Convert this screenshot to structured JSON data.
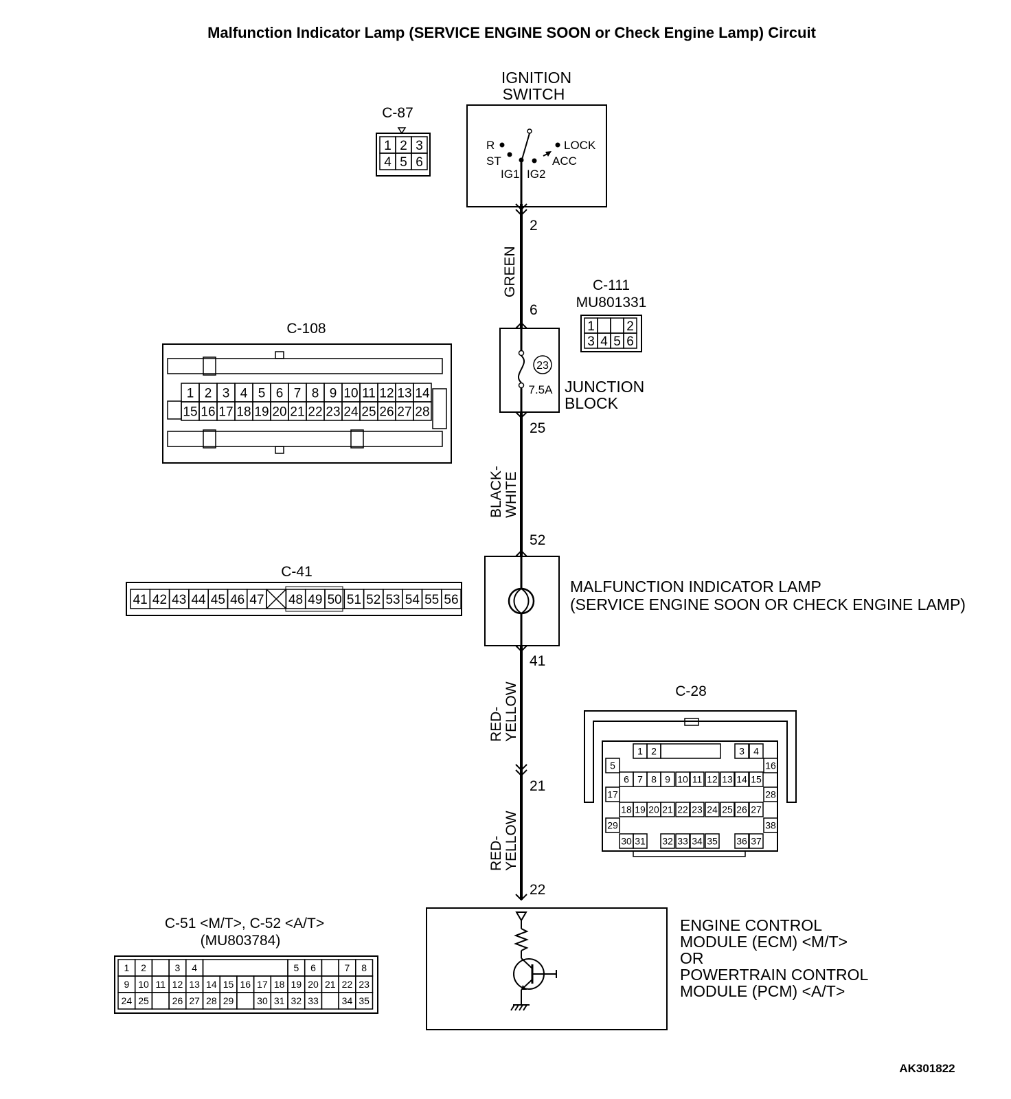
{
  "title": "Malfunction Indicator Lamp (SERVICE ENGINE SOON or Check Engine Lamp) Circuit",
  "figure_code": "AK301822",
  "ignition_switch": {
    "label_line1": "IGNITION",
    "label_line2": "SWITCH",
    "positions": {
      "r": "R",
      "st": "ST",
      "ig1": "IG1",
      "ig2": "IG2",
      "lock": "LOCK",
      "acc": "ACC"
    },
    "terminal": "2"
  },
  "wires": [
    {
      "color_line1": "GREEN",
      "color_line2": ""
    },
    {
      "color_line1": "BLACK-",
      "color_line2": "WHITE"
    },
    {
      "color_line1": "RED-",
      "color_line2": "YELLOW"
    },
    {
      "color_line1": "RED-",
      "color_line2": "YELLOW"
    }
  ],
  "junction_block": {
    "label_line1": "JUNCTION",
    "label_line2": "BLOCK",
    "fuse_number": "23",
    "fuse_rating": "7.5A",
    "terminal_in": "6",
    "terminal_out": "25"
  },
  "mil": {
    "label_line1": "MALFUNCTION INDICATOR LAMP",
    "label_line2": "(SERVICE ENGINE SOON OR CHECK ENGINE LAMP)",
    "terminal_in": "52",
    "terminal_out": "41"
  },
  "intermediate_terminal": "21",
  "ecm": {
    "label_line1": "ENGINE CONTROL",
    "label_line2": "MODULE (ECM) <M/T>",
    "label_line3": "OR",
    "label_line4": "POWERTRAIN CONTROL",
    "label_line5": "MODULE (PCM) <A/T>",
    "terminal": "22"
  },
  "connectors": {
    "c87": {
      "name": "C-87",
      "pins": [
        "1",
        "2",
        "3",
        "4",
        "5",
        "6"
      ]
    },
    "c111": {
      "name": "C-111",
      "part": "MU801331",
      "pins": [
        "1",
        "2",
        "3",
        "4",
        "5",
        "6"
      ]
    },
    "c108": {
      "name": "C-108",
      "row1": [
        "1",
        "2",
        "3",
        "4",
        "5",
        "6",
        "7",
        "8",
        "9",
        "10",
        "11",
        "12",
        "13",
        "14"
      ],
      "row2": [
        "15",
        "16",
        "17",
        "18",
        "19",
        "20",
        "21",
        "22",
        "23",
        "24",
        "25",
        "26",
        "27",
        "28"
      ]
    },
    "c41": {
      "name": "C-41",
      "pins": [
        "41",
        "42",
        "43",
        "44",
        "45",
        "46",
        "47",
        "",
        "48",
        "49",
        "50",
        "51",
        "52",
        "53",
        "54",
        "55",
        "56"
      ]
    },
    "c28": {
      "name": "C-28",
      "pins": [
        "1",
        "2",
        "3",
        "4",
        "5",
        "6",
        "7",
        "8",
        "9",
        "10",
        "11",
        "12",
        "13",
        "14",
        "15",
        "16",
        "17",
        "18",
        "19",
        "20",
        "21",
        "22",
        "23",
        "24",
        "25",
        "26",
        "27",
        "28",
        "29",
        "30",
        "31",
        "32",
        "33",
        "34",
        "35",
        "36",
        "37",
        "38"
      ]
    },
    "c51": {
      "name": "C-51 <M/T>, C-52 <A/T>",
      "part": "(MU803784)",
      "row1": [
        "1",
        "2",
        "",
        "3",
        "4",
        "",
        "",
        "",
        "",
        "",
        "5",
        "6",
        "",
        "7",
        "8"
      ],
      "row2": [
        "9",
        "10",
        "11",
        "12",
        "13",
        "14",
        "15",
        "16",
        "17",
        "18",
        "19",
        "20",
        "21",
        "22",
        "23"
      ],
      "row3": [
        "24",
        "25",
        "",
        "26",
        "27",
        "28",
        "29",
        "",
        "30",
        "31",
        "32",
        "33",
        "",
        "34",
        "35"
      ]
    }
  }
}
